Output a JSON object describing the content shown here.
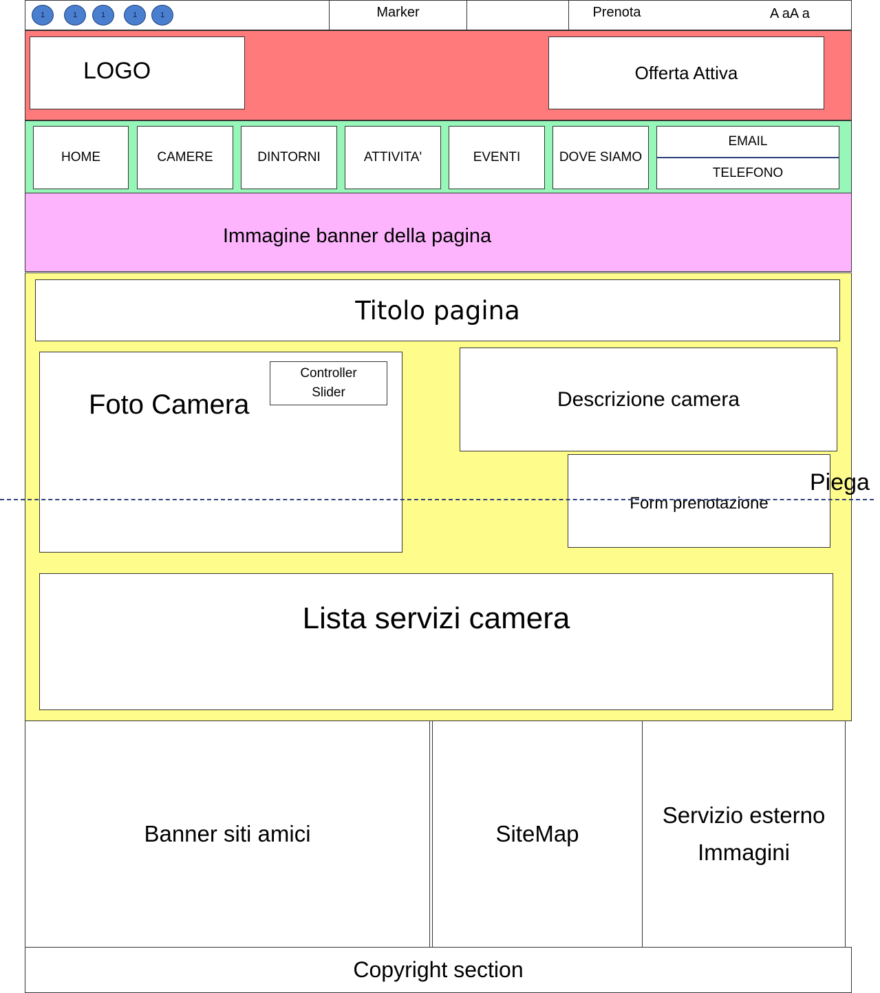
{
  "topbar": {
    "markers": [
      "1",
      "1",
      "1",
      "1",
      "1"
    ],
    "marker_label": "Marker",
    "prenota_label": "Prenota",
    "font_sizes_label": "A aA a"
  },
  "header": {
    "logo": "LOGO",
    "offer": "Offerta Attiva",
    "bg_color": "#ff7b7b"
  },
  "nav": {
    "bg_color": "#96f7b9",
    "items": [
      "HOME",
      "CAMERE",
      "DINTORNI",
      "ATTIVITA'",
      "EVENTI",
      "DOVE SIAMO"
    ],
    "contact": {
      "email": "EMAIL",
      "phone": "TELEFONO"
    }
  },
  "banner": {
    "label": "Immagine banner della pagina",
    "bg_color": "#fdb4fd"
  },
  "main": {
    "bg_color": "#fefd8b",
    "title": "Titolo pagina",
    "photo": "Foto Camera",
    "slider_controller": "Controller Slider",
    "description": "Descrizione camera",
    "booking_form": "Form prenotazione",
    "services_list": "Lista servizi camera"
  },
  "fold_label": "Piega",
  "footer": {
    "partners": "Banner siti amici",
    "sitemap": "SiteMap",
    "external_service": "Servizio esterno Immagini",
    "copyright": "Copyright section"
  }
}
